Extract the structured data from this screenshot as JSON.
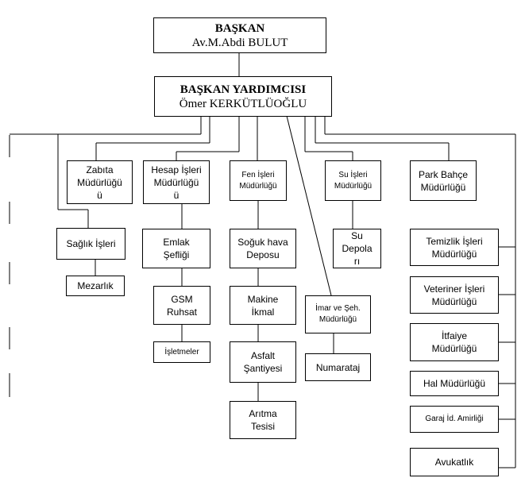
{
  "baskan": {
    "title": "BAŞKAN",
    "name": "Av.M.Abdi BULUT"
  },
  "yardimci": {
    "title": "BAŞKAN YARDIMCISI",
    "name": "Ömer KERKÜTLÜOĞLU"
  },
  "units": {
    "zabita": "Zabıta\nMüdürlüğü\nü",
    "saglik": "Sağlık İşleri",
    "mezarlik": "Mezarlık",
    "hesap": "Hesap İşleri\nMüdürlüğü\nü",
    "emlak": "Emlak\nŞefliği",
    "gsm": "GSM\nRuhsat",
    "isletmeler": "İşletmeler",
    "fen": "Fen İşleri\nMüdürlüğü",
    "soguk": "Soğuk hava\nDeposu",
    "makine": "Makine\nİkmal",
    "asfalt": "Asfalt\nŞantiyesi",
    "aritma": "Arıtma\nTesisi",
    "imar": "İmar ve Şeh.\nMüdürlüğü",
    "numarataj": "Numarataj",
    "su": "Su İşleri\nMüdürlüğü",
    "sudepo": "Su\nDepola\nrı",
    "park": "Park Bahçe\nMüdürlüğü",
    "temizlik": "Temizlik İşleri\nMüdürlüğü",
    "veteriner": "Veteriner İşleri\nMüdürlüğü",
    "itfaiye": "İtfaiye\nMüdürlüğü",
    "hal": "Hal Müdürlüğü",
    "garaj": "Garaj İd. Amirliği",
    "avukatlik": "Avukatlık"
  }
}
